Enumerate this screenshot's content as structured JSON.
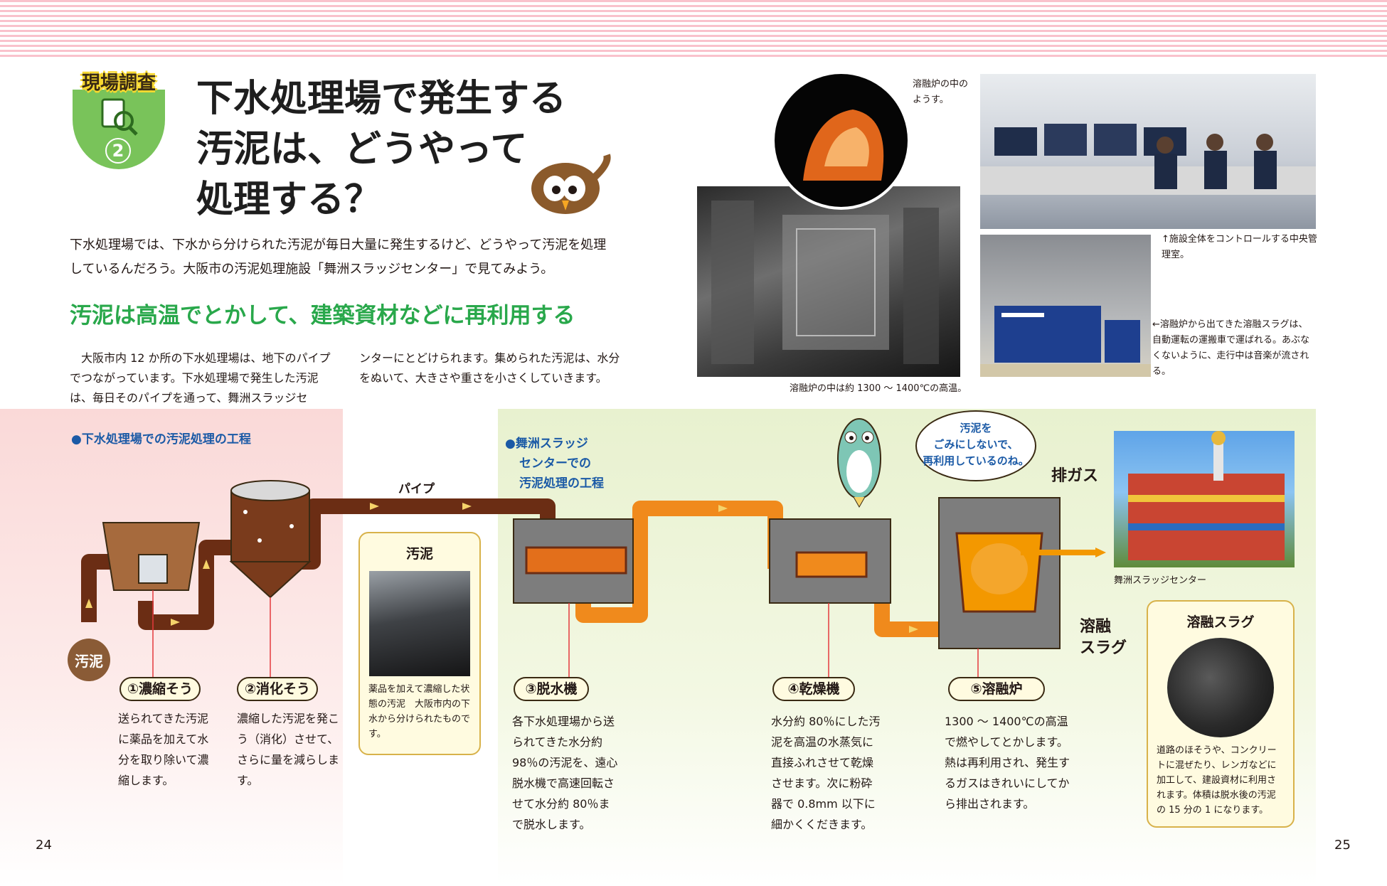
{
  "badge": {
    "label": "現場調査",
    "number": "2"
  },
  "title": [
    "下水処理場で発生する",
    "汚泥は、どうやって",
    "処理する？"
  ],
  "intro": "下水処理場では、下水から分けられた汚泥が毎日大量に発生するけど、どうやって汚泥を処理しているんだろう。大阪市の汚泥処理施設「舞洲スラッジセンター」で見てみよう。",
  "heading": "汚泥は高温でとかして、建築資材などに再利用する",
  "para_left": "　大阪市内 12 か所の下水処理場は、地下のパイプでつながっています。下水処理場で発生した汚泥は、毎日そのパイプを通って、舞洲スラッジセ",
  "para_right": "ンターにとどけられます。集められた汚泥は、水分をぬいて、大きさや重さを小さくしていきます。",
  "photos": {
    "furnace_inner_caption": "溶融炉の中のようす。",
    "furnace_caption": "溶融炉の中は約 1300 ～ 1400℃の高温。",
    "control_caption": "↑施設全体をコントロールする中央管理室。",
    "vehicle_caption": "←溶融炉から出てきた溶融スラグは、自動運転の運搬車で運ばれる。あぶなくないように、走行中は音楽が流される。"
  },
  "section_left": "●下水処理場での汚泥処理の工程",
  "section_right": [
    "●舞洲スラッジ",
    "センターでの",
    "汚泥処理の工程"
  ],
  "diagram": {
    "pipe_label": "パイプ",
    "sludge_in": "汚泥",
    "exhaust_label": "排ガス",
    "slag_label": [
      "溶融",
      "スラグ"
    ],
    "bubble": [
      "汚泥を",
      "ごみにしないで、",
      "再利用しているのね。"
    ],
    "center_caption": "舞洲スラッジセンター"
  },
  "sludge_box": {
    "title": "汚泥",
    "text": "薬品を加えて濃縮した状態の汚泥　大阪市内の下水から分けられたものです。"
  },
  "steps": [
    {
      "label": "①濃縮そう",
      "text": "送られてきた汚泥に薬品を加えて水分を取り除いて濃縮します。"
    },
    {
      "label": "②消化そう",
      "text": "濃縮した汚泥を発こう（消化）させて、さらに量を減らします。"
    },
    {
      "label": "③脱水機",
      "text": "各下水処理場から送られてきた水分約98％の汚泥を、遠心脱水機で高速回転させて水分約 80％まで脱水します。"
    },
    {
      "label": "④乾燥機",
      "text": "水分約 80％にした汚泥を高温の水蒸気に直接ふれさせて乾燥させます。次に粉砕器で 0.8mm 以下に細かくくだきます。"
    },
    {
      "label": "⑤溶融炉",
      "text": "1300 ～ 1400℃の高温で燃やしてとかします。熱は再利用され、発生するガスはきれいにしてから排出されます。"
    }
  ],
  "slag_box": {
    "title": "溶融スラグ",
    "text": "道路のほそうや、コンクリートに混ぜたり、レンガなどに加工して、建設資材に利用されます。体積は脱水後の汚泥の 15 分の 1 になります。"
  },
  "pages": {
    "left": "24",
    "right": "25"
  },
  "colors": {
    "accent_green": "#29a84b",
    "pipe_brown": "#6b2d14",
    "sludge_orange": "#f39800",
    "section_blue": "#1b5aa6",
    "stripe_pink": "#f9c2cc"
  }
}
